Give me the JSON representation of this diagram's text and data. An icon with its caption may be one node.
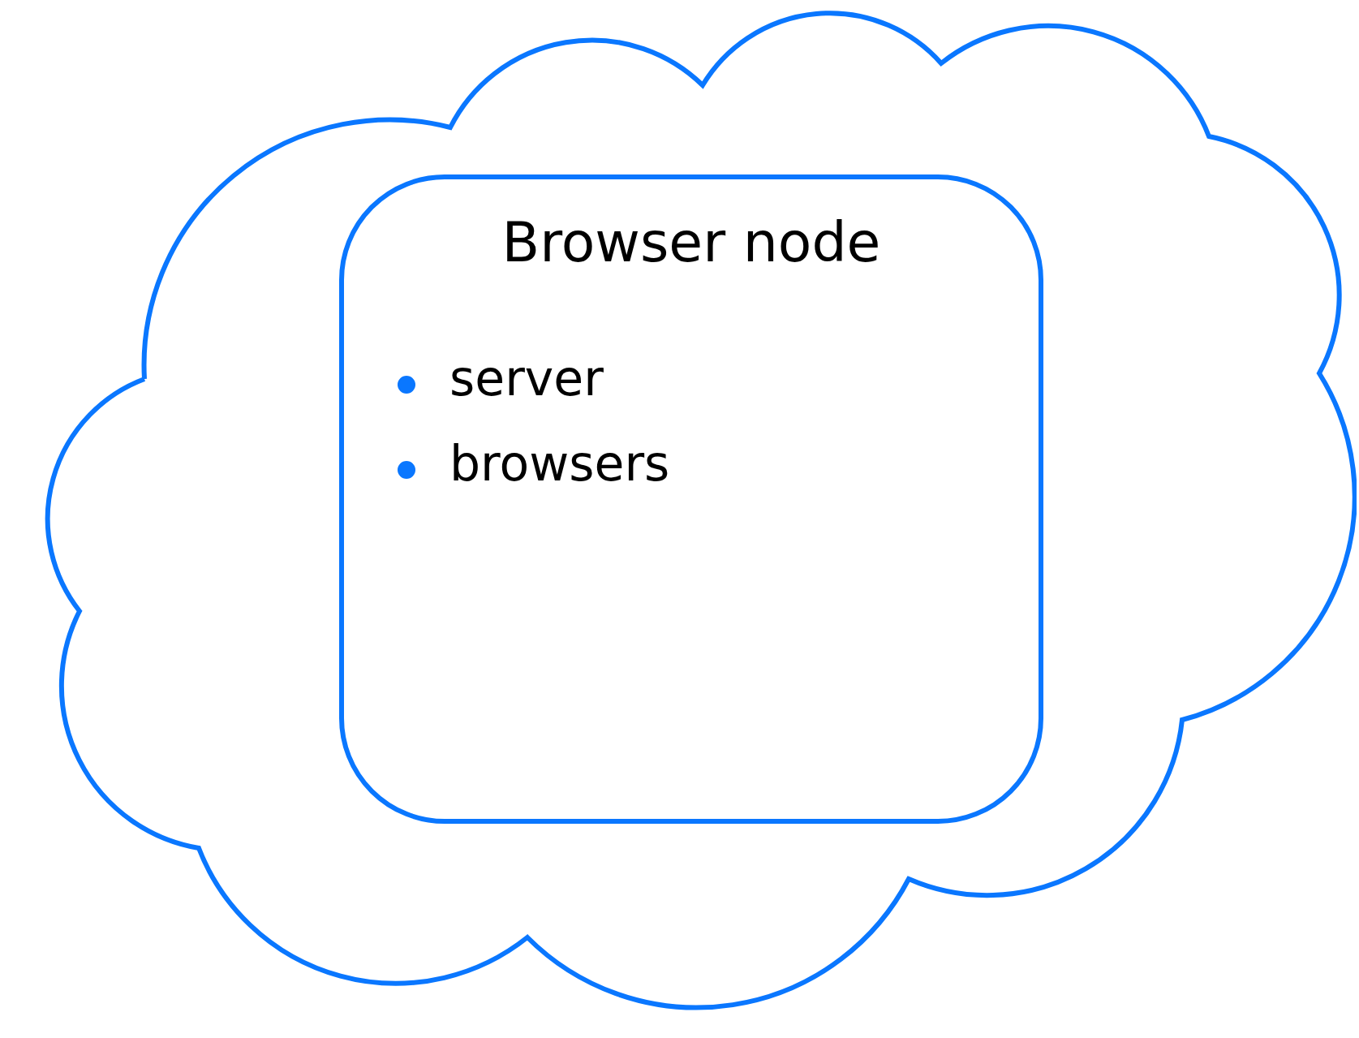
{
  "diagram": {
    "nodes": [
      {
        "text": [],
        "shape": "cloud"
      },
      {
        "text": [
          "Browser node",
          "server",
          "browsers"
        ],
        "in": 0
      }
    ]
  }
}
